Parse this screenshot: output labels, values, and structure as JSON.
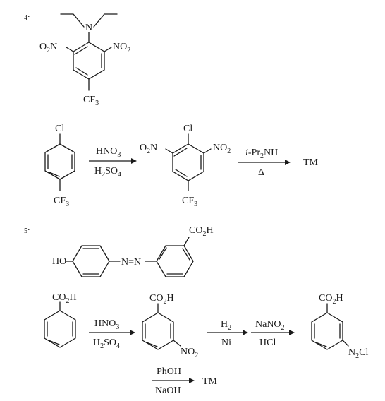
{
  "problems": [
    {
      "number": "4.",
      "target": {
        "n_label": "N",
        "left_substituent": "O2N",
        "right_substituent": "NO2",
        "bottom_substituent": "CF3"
      },
      "reaction": {
        "start": {
          "top_substituent": "Cl",
          "bottom_substituent": "CF3"
        },
        "step1": {
          "above": "HNO3",
          "below": "H2SO4"
        },
        "intermediate": {
          "top_substituent": "Cl",
          "left_substituent": "O2N",
          "right_substituent": "NO2",
          "bottom_substituent": "CF3"
        },
        "step2": {
          "above_italic": "i",
          "above_rest": "-Pr2NH",
          "below": "Δ"
        },
        "product": "TM"
      }
    },
    {
      "number": "5.",
      "target": {
        "left_group": "HO",
        "azo": "N=N",
        "acid_group": "CO2H"
      },
      "reaction": {
        "start": {
          "group": "CO2H"
        },
        "step1": {
          "above": "HNO3",
          "below": "H2SO4"
        },
        "intermediate1": {
          "top_group": "CO2H",
          "meta_group": "NO2"
        },
        "step2": {
          "above": "H2",
          "below": "Ni"
        },
        "step3": {
          "above": "NaNO2",
          "below": "HCl"
        },
        "intermediate2": {
          "top_group": "CO2H",
          "meta_group": "N2Cl"
        },
        "step4": {
          "above": "PhOH",
          "below": "NaOH"
        },
        "product": "TM"
      }
    }
  ]
}
